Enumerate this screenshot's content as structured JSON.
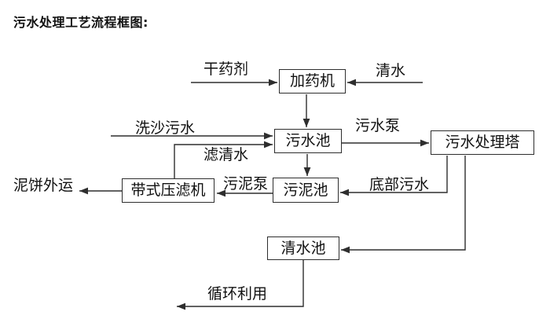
{
  "title": "污水处理工艺流程框图:",
  "nodes": {
    "dosing_machine": "加药机",
    "sewage_pool": "污水池",
    "treatment_tower": "污水处理塔",
    "belt_filter_press": "带式压滤机",
    "sludge_pool": "污泥池",
    "clear_water_pool": "清水池"
  },
  "edge_labels": {
    "dry_agent": "干药剂",
    "clear_water": "清水",
    "sand_washing_sewage": "洗沙污水",
    "sewage_pump": "污水泵",
    "filtered_water": "滤清水",
    "sludge_pump": "污泥泵",
    "bottom_sewage": "底部污水",
    "mud_cake_out": "泥饼外运",
    "recycling": "循环利用"
  },
  "colors": {
    "line": "#2e2e2e",
    "text": "#111111",
    "background": "#ffffff"
  }
}
